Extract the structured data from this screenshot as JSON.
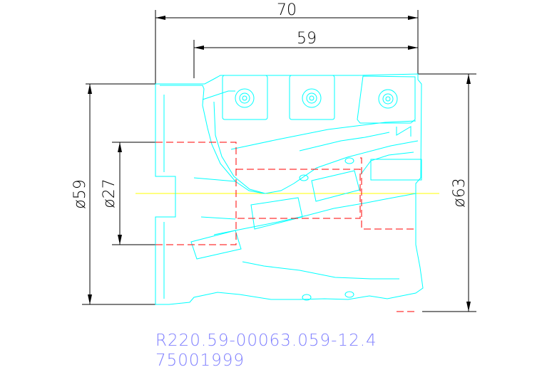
{
  "colors": {
    "background": "#ffffff",
    "dimension": "#000000",
    "outline": "#00ffff",
    "hidden_line": "#ff0000",
    "center_axis": "#ffff00",
    "caption": "#8080ff"
  },
  "dimensions": {
    "overall_length": "70",
    "cutting_length": "59",
    "bore_diameter": "ø59",
    "hub_diameter": "ø27",
    "cutting_diameter": "ø63"
  },
  "caption": {
    "part_number": "R220.59-00063.059-12.4",
    "part_id": "75001999"
  }
}
